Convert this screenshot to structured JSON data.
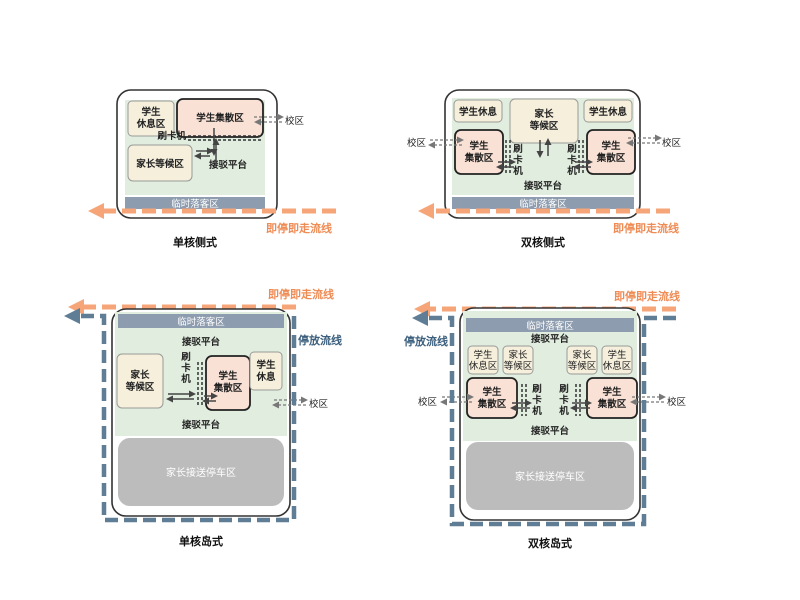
{
  "colors": {
    "plaza_green": "#e1eedf",
    "student_pink": "#f9e1d6",
    "cream": "#f5efdc",
    "drop_bar": "#8d9cae",
    "parking_gray": "#bcbcbc",
    "instant_flow_orange": "#f6a579",
    "parking_flow_blue": "#5f7d95",
    "text_orange": "#ef8c55",
    "text_blue": "#3b5f7d"
  },
  "icons": [
    "gate-icon",
    "arrow-icon",
    "dashed-flow-arrow-icon"
  ],
  "panels": {
    "single_side": {
      "caption": "单核侧式",
      "student_rest": "学生\n休息区",
      "student_gather": "学生集散区",
      "card_reader": "刷卡机",
      "parent_wait": "家长等候区",
      "platform": "接驳平台",
      "drop_zone": "临时落客区",
      "campus": "校区",
      "instant_flow": "即停即走流线"
    },
    "double_side": {
      "caption": "双核侧式",
      "student_rest_left": "学生休息",
      "student_rest_right": "学生休息",
      "parent_wait": "家长\n等候区",
      "student_gather_left": "学生\n集散区",
      "student_gather_right": "学生\n集散区",
      "card_reader_left": "刷\n卡\n机",
      "card_reader_right": "刷\n卡\n机",
      "platform": "接驳平台",
      "drop_zone": "临时落客区",
      "campus_left": "校区",
      "campus_right": "校区",
      "instant_flow": "即停即走流线"
    },
    "single_island": {
      "caption": "单核岛式",
      "drop_zone": "临时落客区",
      "platform_top": "接驳平台",
      "parent_wait": "家长\n等候区",
      "card_reader": "刷\n卡\n机",
      "student_gather": "学生\n集散区",
      "student_rest": "学生\n休息",
      "platform_bottom": "接驳平台",
      "parking": "家长接送停车区",
      "campus": "校区",
      "instant_flow": "即停即走流线",
      "parking_flow": "停放流线"
    },
    "double_island": {
      "caption": "双核岛式",
      "drop_zone": "临时落客区",
      "platform_top": "接驳平台",
      "student_rest_1": "学生\n休息区",
      "parent_wait_1": "家长\n等候区",
      "parent_wait_2": "家长\n等候区",
      "student_rest_2": "学生\n休息区",
      "student_gather_left": "学生\n集散区",
      "student_gather_right": "学生\n集散区",
      "card_reader_left": "刷\n卡\n机",
      "card_reader_right": "刷\n卡\n机",
      "platform_bottom": "接驳平台",
      "parking": "家长接送停车区",
      "campus_left": "校区",
      "campus_right": "校区",
      "instant_flow": "即停即走流线",
      "parking_flow": "停放流线"
    }
  }
}
